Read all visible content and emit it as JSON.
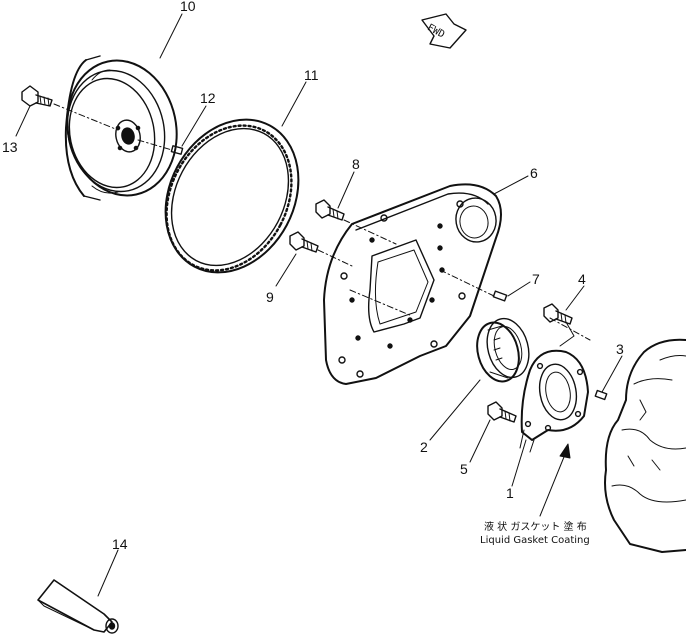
{
  "callouts": [
    {
      "id": "c1",
      "text": "1"
    },
    {
      "id": "c2",
      "text": "2"
    },
    {
      "id": "c3",
      "text": "3"
    },
    {
      "id": "c4",
      "text": "4"
    },
    {
      "id": "c5",
      "text": "5"
    },
    {
      "id": "c6",
      "text": "6"
    },
    {
      "id": "c7",
      "text": "7"
    },
    {
      "id": "c8",
      "text": "8"
    },
    {
      "id": "c9",
      "text": "9"
    },
    {
      "id": "c10",
      "text": "10"
    },
    {
      "id": "c11",
      "text": "11"
    },
    {
      "id": "c12",
      "text": "12"
    },
    {
      "id": "c13",
      "text": "13"
    },
    {
      "id": "c14",
      "text": "14"
    }
  ],
  "direction_marker": "FWD",
  "note": {
    "japanese": "液 状 ガスケット 塗 布",
    "english": "Liquid Gasket Coating"
  },
  "colors": {
    "ink": "#111111",
    "paper": "#ffffff"
  }
}
